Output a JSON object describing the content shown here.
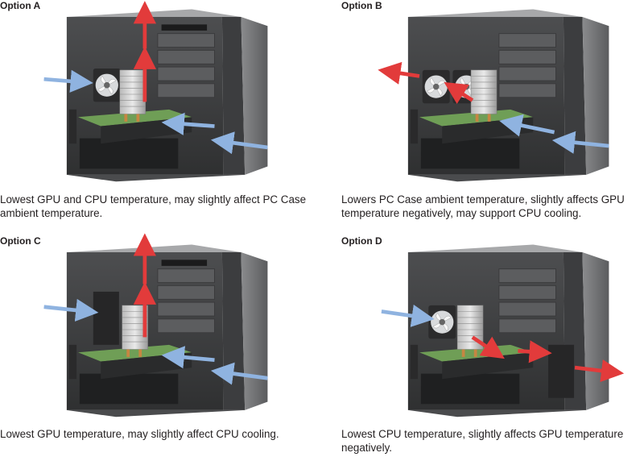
{
  "options": [
    {
      "title": "Option A",
      "description": "Lowest GPU and CPU temperature, may slightly affect PC Case ambient temperature."
    },
    {
      "title": "Option B",
      "description": "Lowers PC Case ambient temperature, slightly affects GPU temperature negatively, may support CPU cooling."
    },
    {
      "title": "Option C",
      "description": "Lowest GPU temperature, may slightly affect CPU cooling."
    },
    {
      "title": "Option D",
      "description": "Lowest CPU temperature, slightly affects GPU temperature negatively."
    }
  ],
  "colors": {
    "intake": "#8fb3e0",
    "exhaust": "#e23b3b",
    "case": "#6d6e70"
  }
}
